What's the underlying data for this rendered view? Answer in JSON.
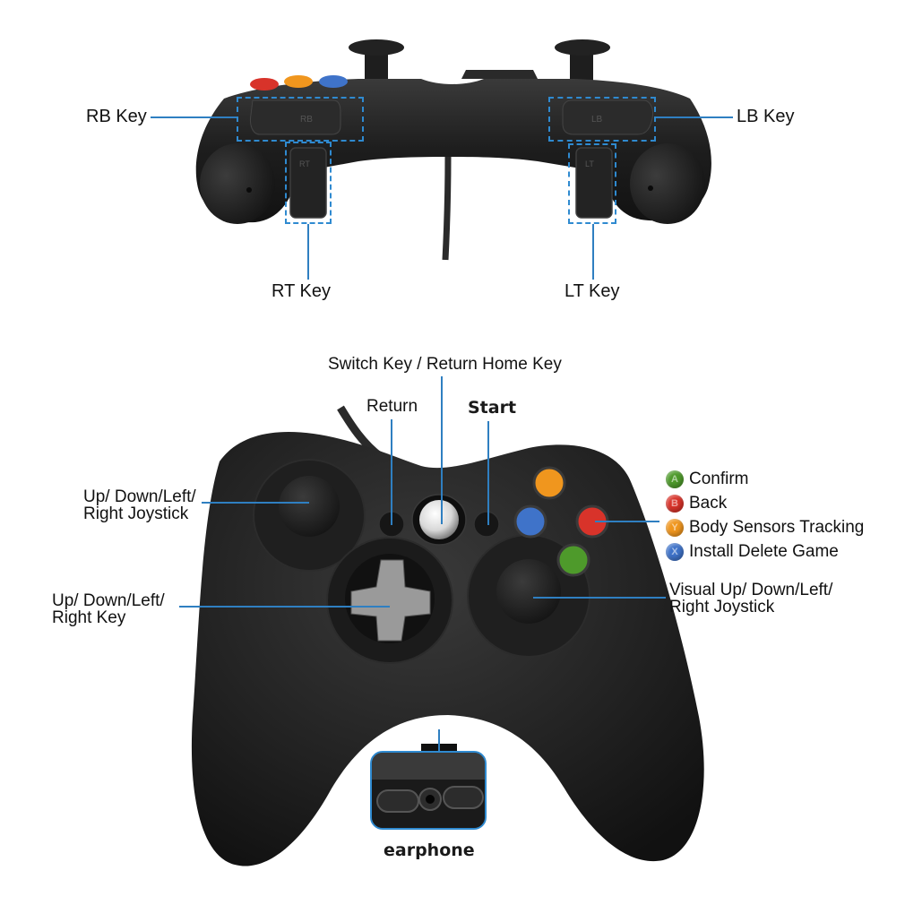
{
  "top_view": {
    "labels": {
      "rb_key": "RB Key",
      "lb_key": "LB Key",
      "rt_key": "RT Key",
      "lt_key": "LT Key"
    },
    "button_markings": {
      "rb": "RB",
      "lb": "LB",
      "rt": "RT",
      "lt": "LT"
    }
  },
  "front_view": {
    "labels": {
      "switch_key": "Switch Key / Return Home Key",
      "return": "Return",
      "start": "Start",
      "left_joystick": [
        "Up/ Down/Left/",
        "Right Joystick"
      ],
      "dpad": [
        "Up/ Down/Left/",
        "Right Key"
      ],
      "right_joystick": [
        "Visual Up/ Down/Left/",
        "Right Joystick"
      ],
      "earphone": "earphone"
    },
    "legend": [
      {
        "glyph": "A",
        "label": "Confirm",
        "color": "#4e9a2b"
      },
      {
        "glyph": "B",
        "label": "Back",
        "color": "#d8332a"
      },
      {
        "glyph": "Y",
        "label": "Body Sensors Tracking",
        "color": "#f0961e"
      },
      {
        "glyph": "X",
        "label": "Install Delete Game",
        "color": "#3f73c9"
      }
    ]
  },
  "colors": {
    "callout_line": "#2f7fc1",
    "dashed_box": "#2f8ad0",
    "controller_body": "#1c1c1c",
    "button_a": "#4e9a2b",
    "button_b": "#d8332a",
    "button_y": "#f0961e",
    "button_x": "#3f73c9"
  }
}
